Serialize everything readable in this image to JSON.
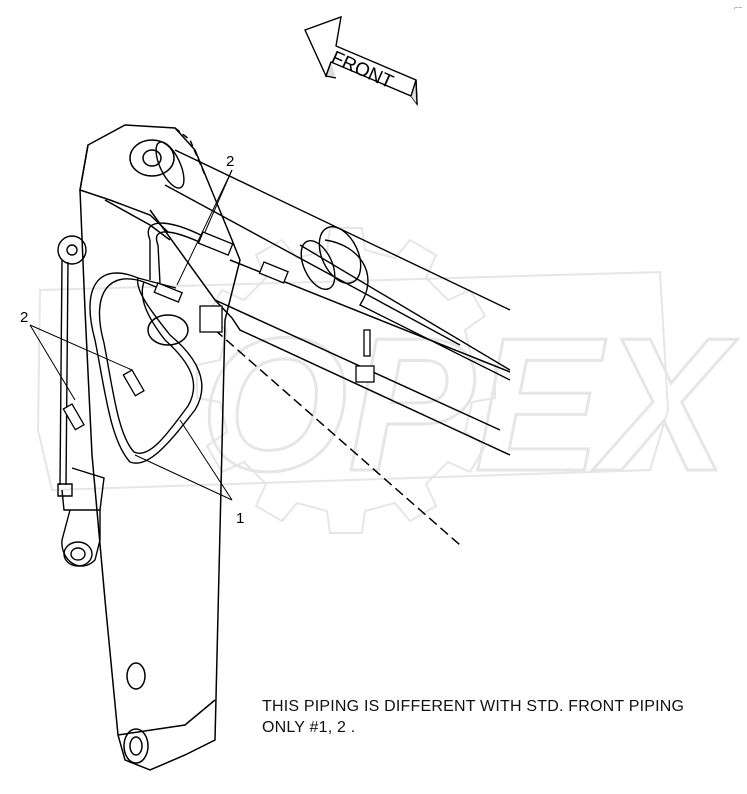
{
  "diagram": {
    "direction_label": "FRONT",
    "watermark_text": "OPEX",
    "callouts": {
      "top": "2",
      "left": "2",
      "bottom": "1"
    },
    "note_lines": [
      "THIS PIPING IS DIFFERENT WITH STD. FRONT PIPING",
      "ONLY #1, 2 ."
    ],
    "corner_mark": "⌐−"
  }
}
